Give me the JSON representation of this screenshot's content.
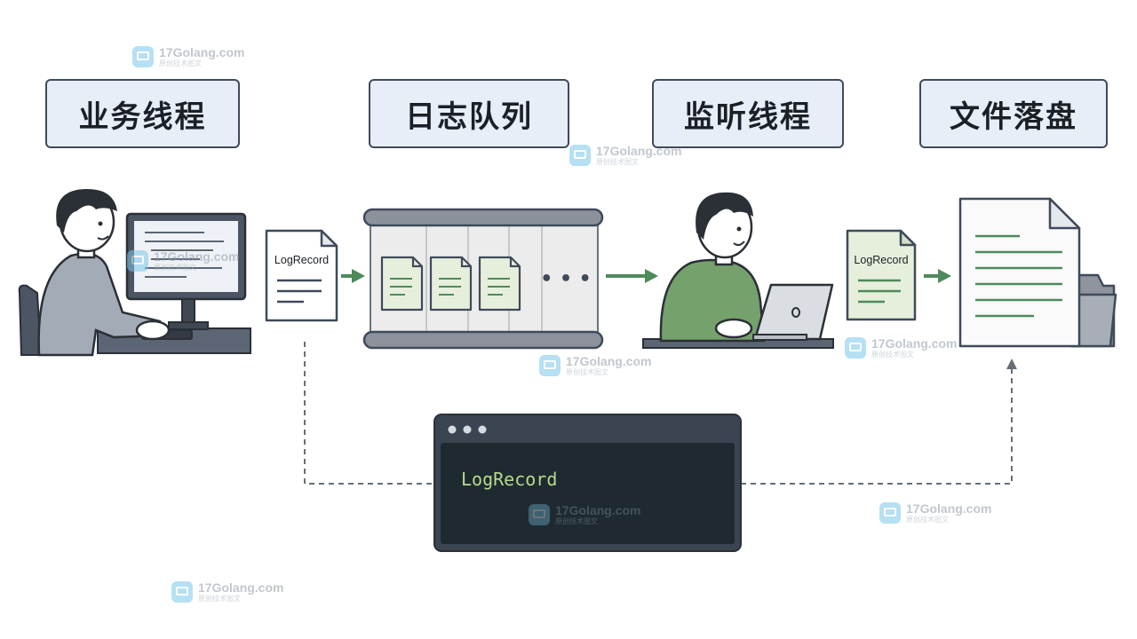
{
  "stages": [
    {
      "label": "业务线程"
    },
    {
      "label": "日志队列"
    },
    {
      "label": "监听线程"
    },
    {
      "label": "文件落盘"
    }
  ],
  "documents": {
    "record_1": "LogRecord",
    "record_2": "LogRecord"
  },
  "terminal": {
    "text": "LogRecord"
  },
  "queue": {
    "item_count": 3,
    "ellipsis": "• • •"
  },
  "watermark": {
    "domain": "17Golang.com",
    "subtitle": "原创技术图文"
  },
  "colors": {
    "label_fill": "#e7eef8",
    "label_border": "#3f4a5a",
    "arrow_green": "#4e8a5b",
    "doc_green_fill": "#e6efdc",
    "terminal_bg": "#1e2a30",
    "terminal_frame": "#3b4552",
    "terminal_text": "#b7d98f",
    "dashed_line": "#666f78"
  }
}
